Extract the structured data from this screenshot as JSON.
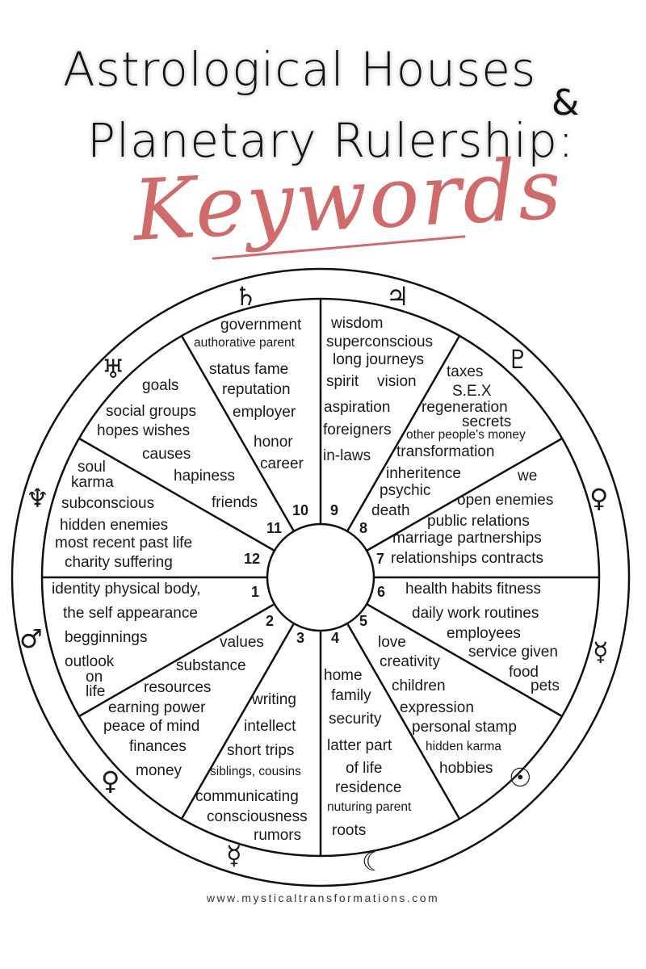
{
  "title": {
    "line1": "Astrological Houses",
    "ampersand": "&",
    "line2": "Planetary Rulership:",
    "script": "Keywords"
  },
  "footer": "www.mysticaltransformations.com",
  "colors": {
    "accent": "#d06b6b",
    "ink": "#1a1a1a",
    "background": "#ffffff"
  },
  "houses": [
    {
      "number": "1",
      "keywords": [
        "identity physical body,",
        "the self appearance",
        "begginnings",
        "outlook",
        "on",
        "life"
      ]
    },
    {
      "number": "2",
      "keywords": [
        "values",
        "substance",
        "resources",
        "earning power",
        "peace of mind",
        "finances",
        "money"
      ]
    },
    {
      "number": "3",
      "keywords": [
        "writing",
        "intellect",
        "short trips",
        "siblings, cousins",
        "communicating",
        "consciousness",
        "rumors"
      ]
    },
    {
      "number": "4",
      "keywords": [
        "home",
        "family",
        "security",
        "latter part",
        "of life",
        "residence",
        "nuturing parent",
        "roots"
      ]
    },
    {
      "number": "5",
      "keywords": [
        "love",
        "creativity",
        "children",
        "expression",
        "personal stamp",
        "hidden karma",
        "hobbies"
      ]
    },
    {
      "number": "6",
      "keywords": [
        "health habits fitness",
        "daily work routines",
        "employees",
        "service given",
        "food",
        "pets"
      ]
    },
    {
      "number": "7",
      "keywords": [
        "we",
        "open enemies",
        "public relations",
        "marriage partnerships",
        "relationships contracts"
      ]
    },
    {
      "number": "8",
      "keywords": [
        "taxes",
        "S.E.X",
        "regeneration",
        "secrets",
        "other people's money",
        "transformation",
        "inheritence",
        "psychic",
        "death"
      ]
    },
    {
      "number": "9",
      "keywords": [
        "wisdom",
        "superconscious",
        "long journeys",
        "spirit",
        "vision",
        "aspiration",
        "foreigners",
        "in-laws"
      ]
    },
    {
      "number": "10",
      "keywords": [
        "government",
        "authorative parent",
        "status fame",
        "reputation",
        "employer",
        "honor",
        "career"
      ]
    },
    {
      "number": "11",
      "keywords": [
        "goals",
        "social groups",
        "hopes wishes",
        "causes",
        "hapiness",
        "friends"
      ]
    },
    {
      "number": "12",
      "keywords": [
        "soul",
        "karma",
        "subconscious",
        "hidden enemies",
        "most recent past life",
        "charity suffering"
      ]
    }
  ],
  "rulers": [
    {
      "name": "saturn",
      "glyph": "♄"
    },
    {
      "name": "jupiter",
      "glyph": "♃"
    },
    {
      "name": "uranus",
      "glyph": "♅"
    },
    {
      "name": "pluto",
      "glyph": "♇"
    },
    {
      "name": "neptune",
      "glyph": "♆"
    },
    {
      "name": "venus-7",
      "glyph": "♀"
    },
    {
      "name": "mars",
      "glyph": "♂"
    },
    {
      "name": "mercury-6",
      "glyph": "☿"
    },
    {
      "name": "venus-2",
      "glyph": "♀"
    },
    {
      "name": "sun",
      "glyph": "☉"
    },
    {
      "name": "mercury-3",
      "glyph": "☿"
    },
    {
      "name": "moon",
      "glyph": "☾"
    }
  ]
}
